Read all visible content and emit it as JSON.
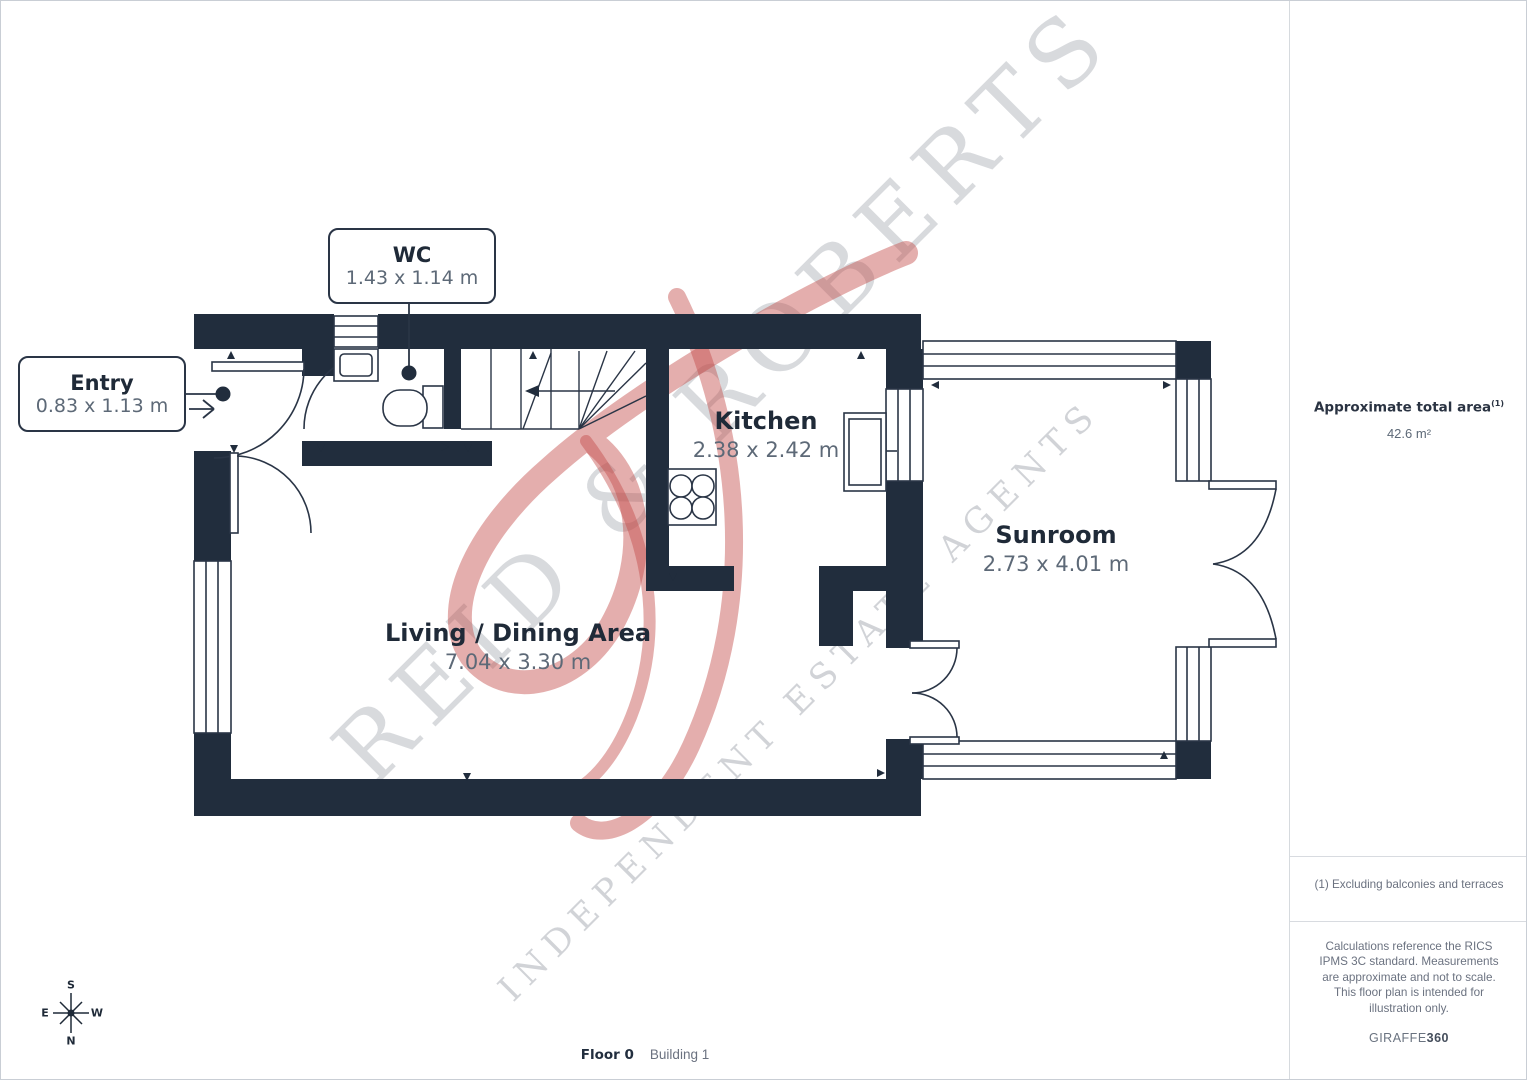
{
  "plan": {
    "callouts": [
      {
        "name": "WC",
        "dims": "1.43 x 1.14 m"
      },
      {
        "name": "Entry",
        "dims": "0.83 x 1.13 m"
      }
    ],
    "rooms": [
      {
        "name": "Kitchen",
        "dims": "2.38 x 2.42 m"
      },
      {
        "name": "Living / Dining Area",
        "dims": "7.04 x 3.30 m"
      },
      {
        "name": "Sunroom",
        "dims": "2.73 x 4.01 m"
      }
    ]
  },
  "watermark": {
    "line1": "REID & ROBERTS",
    "line2": "INDEPENDENT ESTATE AGENTS"
  },
  "compass": {
    "north": "N",
    "south": "S",
    "east": "E",
    "west": "W"
  },
  "footer": {
    "floor_label": "Floor 0",
    "building_label": "Building 1"
  },
  "sidebar": {
    "total_area_label": "Approximate total area",
    "total_area_superscript": "(1)",
    "total_area_value": "42.6 m²",
    "footnote": "(1) Excluding balconies and terraces",
    "disclaimer": "Calculations reference the RICS IPMS 3C standard. Measurements are approximate and not to scale. This floor plan is intended for illustration only.",
    "brand": "GIRAFFE",
    "brand_suffix": "360"
  },
  "colors": {
    "wall": "#212d3d",
    "dim_text": "#5d6977",
    "watermark_red": "#c34c4a"
  }
}
